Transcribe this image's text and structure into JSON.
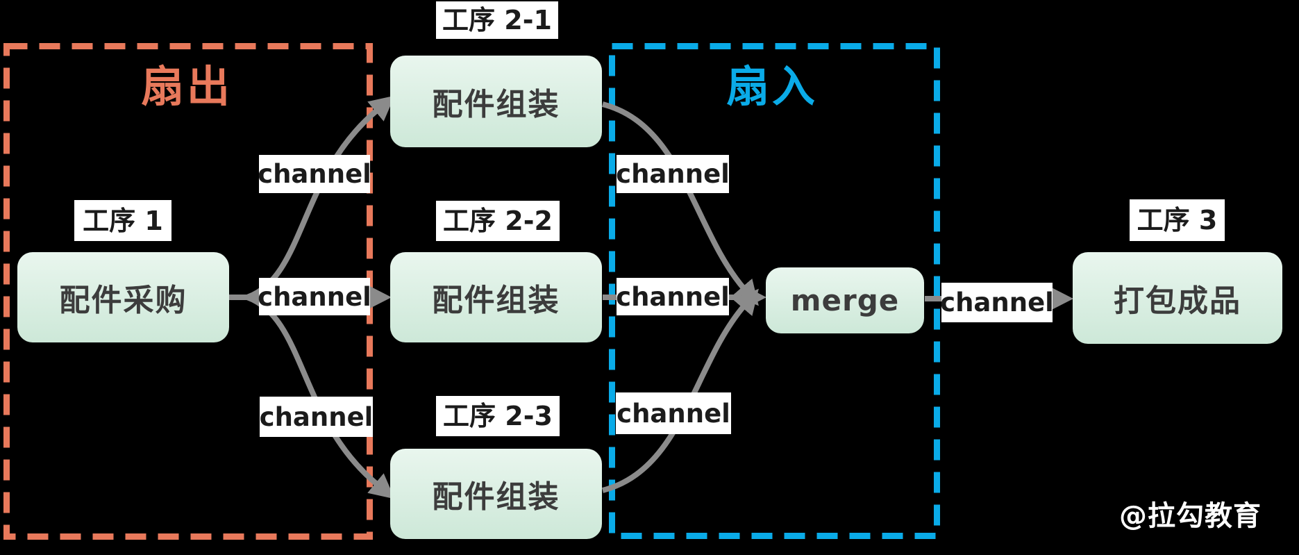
{
  "regions": {
    "fan_out": {
      "title": "扇出"
    },
    "fan_in": {
      "title": "扇入"
    }
  },
  "nodes": {
    "purchase": {
      "step": "工序 1",
      "label": "配件采购"
    },
    "assemble_1": {
      "step": "工序 2-1",
      "label": "配件组装"
    },
    "assemble_2": {
      "step": "工序 2-2",
      "label": "配件组装"
    },
    "assemble_3": {
      "step": "工序 2-3",
      "label": "配件组装"
    },
    "merge": {
      "label": "merge"
    },
    "pack": {
      "step": "工序 3",
      "label": "打包成品"
    }
  },
  "channels": {
    "fan_out_top": "channel",
    "fan_out_mid": "channel",
    "fan_out_bottom": "channel",
    "fan_in_top": "channel",
    "fan_in_mid": "channel",
    "fan_in_bottom": "channel",
    "merge_out": "channel"
  },
  "watermark": "@拉勾教育",
  "colors": {
    "background": "#000000",
    "fan_out": "#e8795b",
    "fan_in": "#0aabe8",
    "node_gradient_top": "#e9f6ee",
    "node_gradient_bottom": "#cde8d8",
    "node_text": "#3c3c3c",
    "arrow": "#8b8b8b",
    "label_bg": "#ffffff",
    "label_text": "#1b1b1b",
    "watermark_text": "#ffffff"
  }
}
